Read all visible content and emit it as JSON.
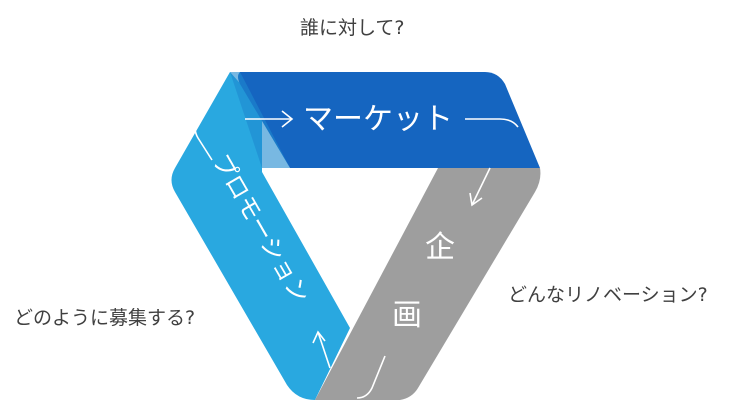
{
  "questions": {
    "top": "誰に対して?",
    "left": "どのように募集する?",
    "right": "どんなリノベーション?"
  },
  "bands": {
    "marketing": {
      "label": "マーケット",
      "color": "#1565c0"
    },
    "promotion": {
      "label": "プロモーション",
      "color": "#29a8e0"
    },
    "planning": {
      "label": "企画",
      "char1": "企",
      "char2": "画",
      "color": "#9e9e9e"
    }
  },
  "colors": {
    "text": "#404040",
    "arrow": "#ffffff"
  }
}
